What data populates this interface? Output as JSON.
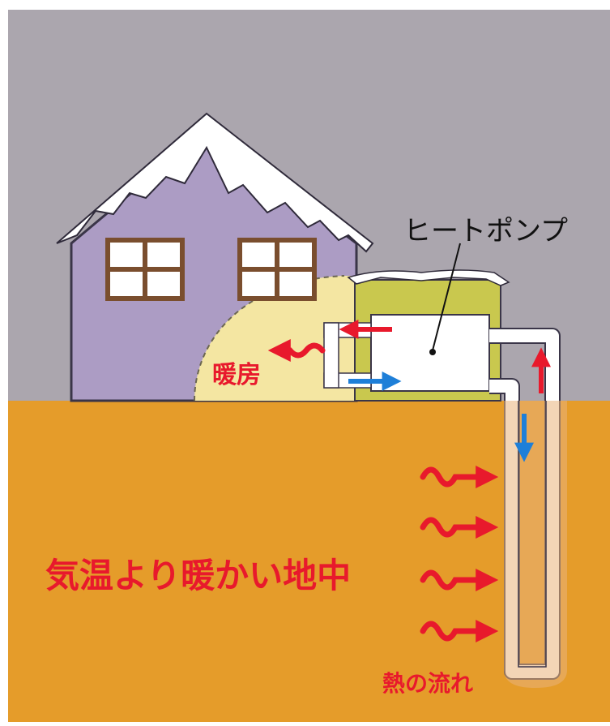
{
  "labels": {
    "heat_pump": "ヒートポンプ",
    "heating": "暖房",
    "ground": "気温より暖かい地中",
    "heat_flow": "熱の流れ"
  },
  "colors": {
    "sky": "#ABA6AE",
    "ground": "#E59C2A",
    "house": "#AC9CC4",
    "snow": "#FFFFFF",
    "heated_zone": "#F4E6A2",
    "annex": "#C9C84E",
    "heat_arrow": "#E8192C",
    "cool_arrow": "#1E7FD8",
    "window_frame": "#7A4E2E",
    "borehole": "#E9B27A"
  },
  "icons": {
    "heat_wave": "wavy-arrow-icon",
    "flow": "arrow-icon"
  }
}
